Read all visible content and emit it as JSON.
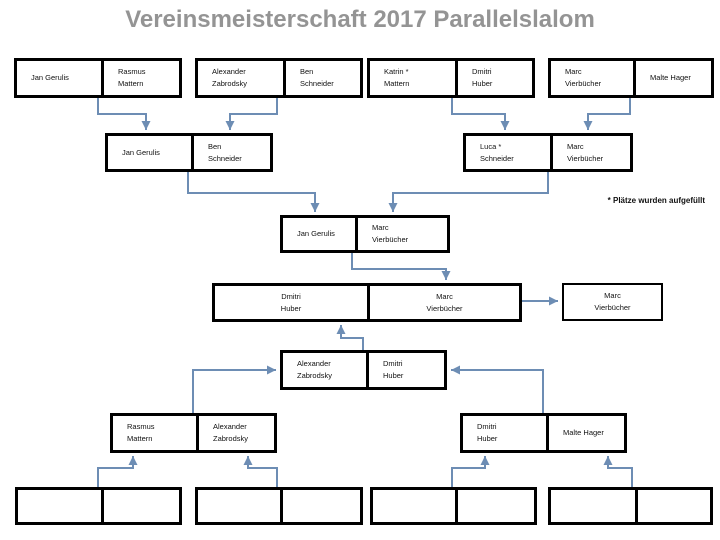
{
  "slide": {
    "title": "Vereinsmeisterschaft 2017 Parallelslalom",
    "footnote": "* Plätze wurden aufgefüllt"
  },
  "colors": {
    "title": "#949494",
    "connector": "#6d8db4",
    "box_border": "#000000"
  },
  "bracket": {
    "round1": [
      {
        "left": "Jan Gerulis",
        "right": "Rasmus\nMattern"
      },
      {
        "left": "Alexander\nZabrodsky",
        "right": "Ben\nSchneider"
      },
      {
        "left": "Katrin *\nMattern",
        "right": "Dmitri\nHuber"
      },
      {
        "left": "Marc\nVierbücher",
        "right": "Malte Hager"
      }
    ],
    "round2": [
      {
        "left": "Jan Gerulis",
        "right": "Ben\nSchneider"
      },
      {
        "left": "Luca *\nSchneider",
        "right": "Marc\nVierbücher"
      }
    ],
    "final": {
      "left": "Jan Gerulis",
      "right": "Marc\nVierbücher"
    },
    "third_place": {
      "left": "Dmitri\nHuber",
      "right": "Marc\nVierbücher"
    },
    "third_place_winner": "Marc\nVierbücher",
    "consolation_semi": {
      "left": "Alexander\nZabrodsky",
      "right": "Dmitri\nHuber"
    },
    "consolation_round": [
      {
        "left": "Rasmus\nMattern",
        "right": "Alexander\nZabrodsky"
      },
      {
        "left": "Dmitri\nHuber",
        "right": "Malte Hager"
      }
    ],
    "empty_round": [
      {
        "left": "",
        "right": ""
      },
      {
        "left": "",
        "right": ""
      },
      {
        "left": "",
        "right": ""
      },
      {
        "left": "",
        "right": ""
      }
    ]
  }
}
